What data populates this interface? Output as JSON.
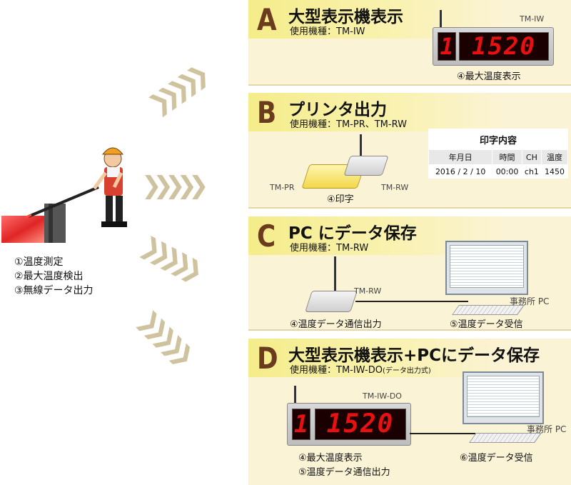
{
  "worker": {
    "steps": [
      "①温度測定",
      "②最大温度検出",
      "③無線データ出力"
    ]
  },
  "panels": {
    "a": {
      "letter": "A",
      "title": "大型表示機表示",
      "model": "使用機種：TM-IW",
      "device_label": "TM-IW",
      "display_ch": "1",
      "display_value": "1520",
      "caption": "④最大温度表示"
    },
    "b": {
      "letter": "B",
      "title": "プリンタ出力",
      "model": "使用機種：TM-PR、TM-RW",
      "label_pr": "TM-PR",
      "label_rw": "TM-RW",
      "caption": "④印字",
      "print_title": "印字内容",
      "table_headers": [
        "年月日",
        "時間",
        "CH",
        "温度"
      ],
      "table_row": [
        "2016 / 2 / 10",
        "00:00",
        "ch1",
        "1450"
      ]
    },
    "c": {
      "letter": "C",
      "title": "PC にデータ保存",
      "model": "使用機種：TM-RW",
      "label_rw": "TM-RW",
      "label_pc": "事務所 PC",
      "caption_left": "④温度データ通信出力",
      "caption_right": "⑤温度データ受信"
    },
    "d": {
      "letter": "D",
      "title": "大型表示機表示+PCにデータ保存",
      "model": "使用機種：TM-IW-DO",
      "model_note": "(データ出力式)",
      "device_label": "TM-IW-DO",
      "display_ch": "1",
      "display_value": "1520",
      "label_pc": "事務所 PC",
      "caption_1": "④最大温度表示",
      "caption_2": "⑤温度データ通信出力",
      "caption_3": "⑥温度データ受信"
    }
  },
  "colors": {
    "letter": "#6b3b1e",
    "header_yellow": "#f5ec8a",
    "panel_bg": "#fbf3d6",
    "led_red": "#e81010",
    "chevron": "#c7b98f"
  }
}
